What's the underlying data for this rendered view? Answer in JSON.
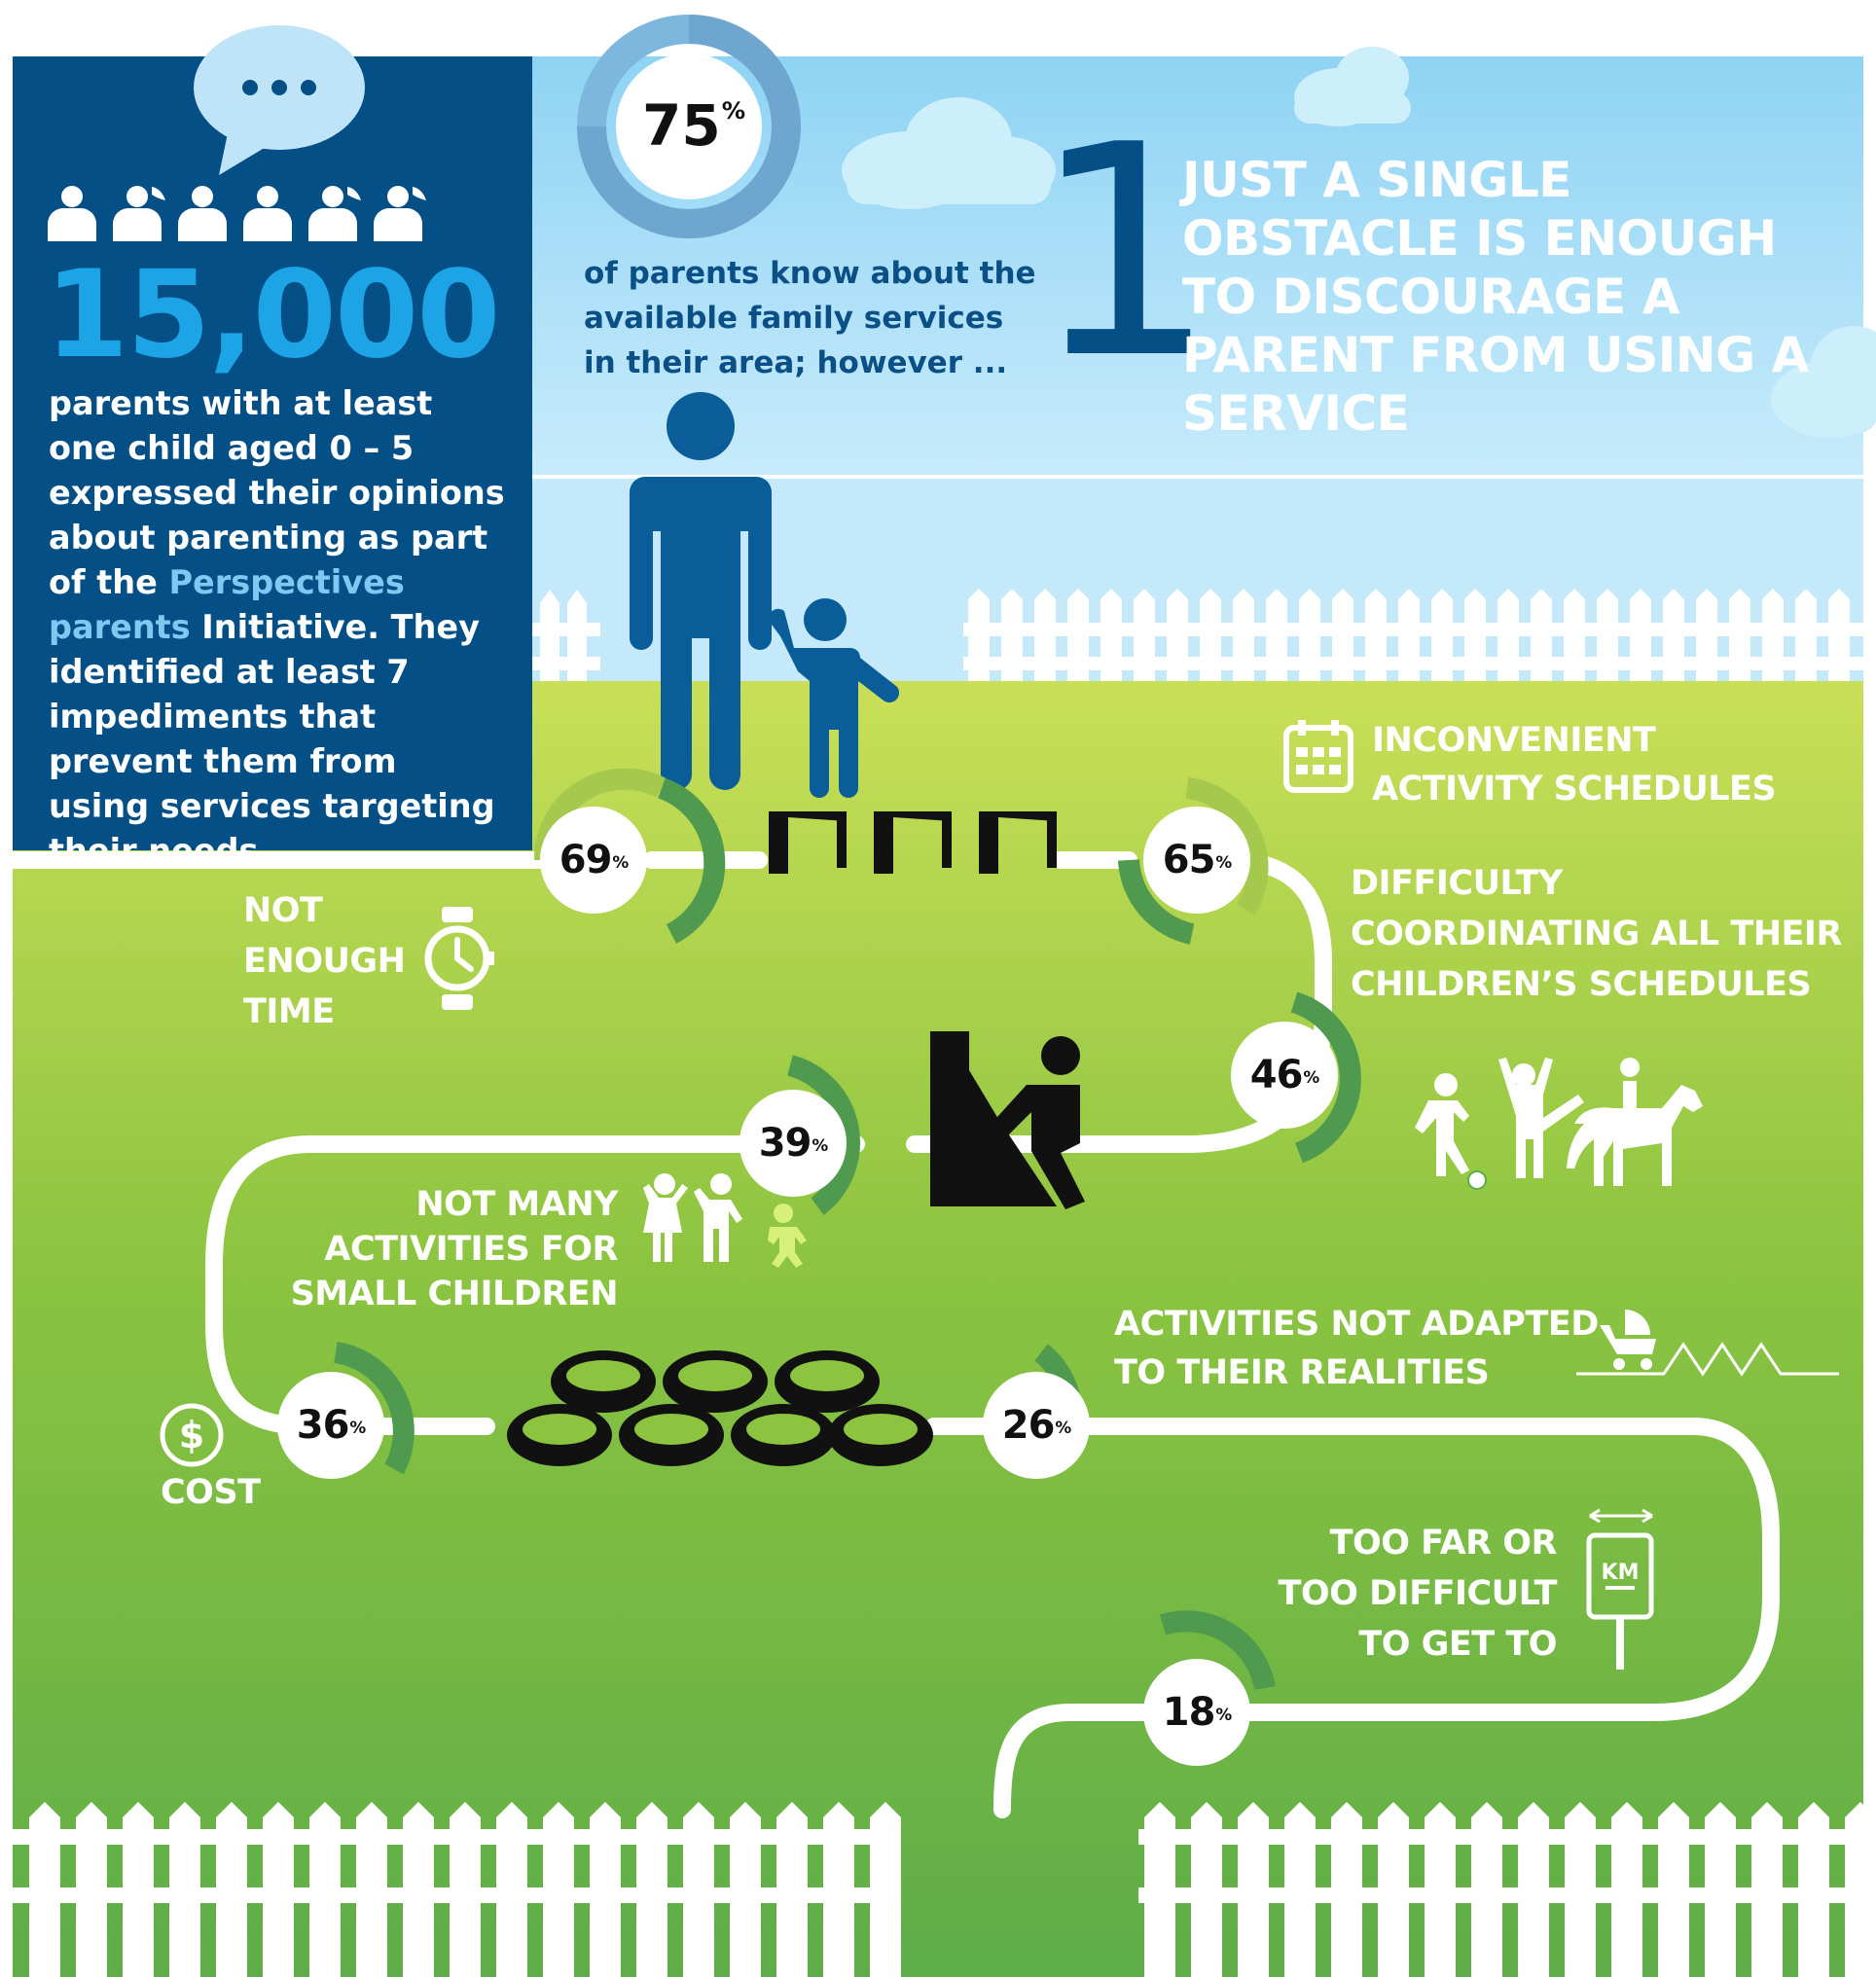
{
  "intro": {
    "big_number": "15,000",
    "text_a": "parents with at least one child aged 0 – 5 expressed their opinions about parenting as part of the ",
    "text_highlight": "Perspectives parents",
    "text_b": " Initiative. They identified at least 7 impediments that prevent them from using services targeting their needs."
  },
  "awareness": {
    "percent": "75",
    "percent_sign": "%",
    "text": "of parents know about the available family services in their area; however ..."
  },
  "obstacle": {
    "digit": "1",
    "text": "JUST A SINGLE OBSTACLE IS ENOUGH TO DISCOURAGE A PARENT FROM USING A SERVICE"
  },
  "impediments": [
    {
      "key": "time",
      "percent": "69",
      "label": "NOT ENOUGH TIME",
      "icon": "watch-icon"
    },
    {
      "key": "schedules",
      "percent": "65",
      "label": "INCONVENIENT ACTIVITY SCHEDULES",
      "icon": "calendar-icon"
    },
    {
      "key": "coordinating",
      "percent": "46",
      "label": "DIFFICULTY COORDINATING ALL THEIR CHILDREN’S SCHEDULES",
      "icon": "children-activities-icon"
    },
    {
      "key": "small_children",
      "percent": "39",
      "label": "NOT MANY ACTIVITIES FOR SMALL CHILDREN",
      "icon": "children-icon"
    },
    {
      "key": "cost",
      "percent": "36",
      "label": "COST",
      "icon": "dollar-icon"
    },
    {
      "key": "realities",
      "percent": "26",
      "label": "ACTIVITIES NOT ADAPTED TO THEIR REALITIES",
      "icon": "stroller-icon"
    },
    {
      "key": "distance",
      "percent": "18",
      "label": "TOO FAR OR TOO DIFFICULT TO GET TO",
      "icon": "km-sign-icon"
    }
  ],
  "percent_sign": "%",
  "km_sign": "KM",
  "colors": {
    "panel_blue": "#034f86",
    "accent_blue": "#1ca4e6",
    "sky_top": "#9dd8f5",
    "grass_light": "#c8de5a",
    "grass_dark": "#5fae45",
    "arc_green": "#4f9a4e"
  }
}
